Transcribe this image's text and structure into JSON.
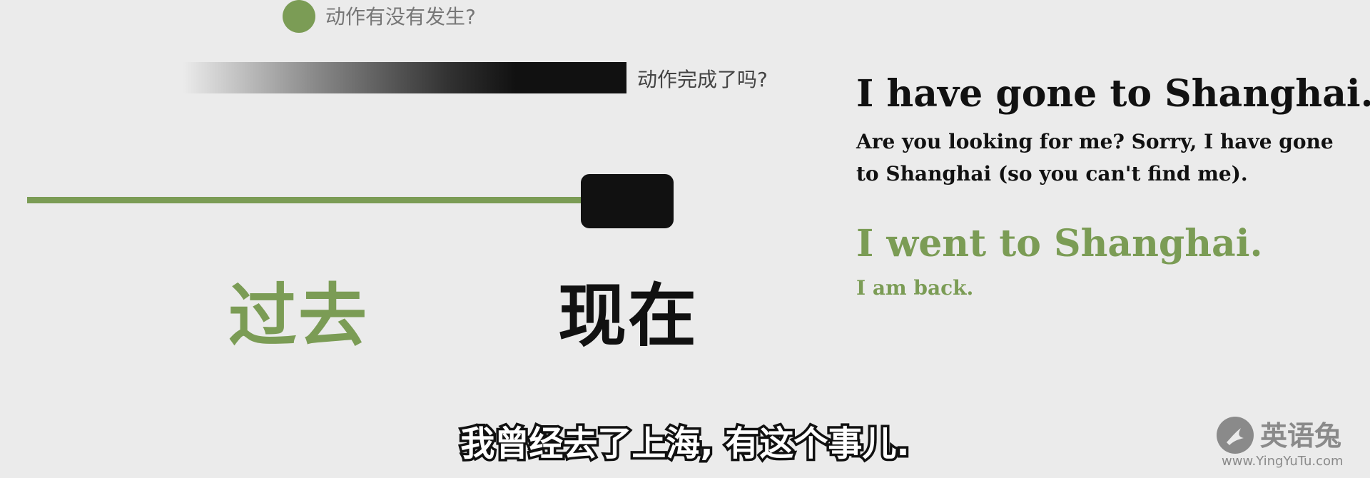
{
  "legend": {
    "happened": "动作有没有发生?",
    "completed": "动作完成了吗?"
  },
  "timeline": {
    "past": "过去",
    "present": "现在"
  },
  "examples": {
    "present_perfect_sentence": "I have gone to Shanghai.",
    "present_perfect_note": "Are you looking for me? Sorry, I have gone to Shanghai (so you can't find me).",
    "past_simple_sentence": "I went to Shanghai.",
    "past_simple_note": "I am back."
  },
  "subtitle": "我曾经去了上海, 有这个事儿.",
  "watermark": {
    "name": "英语兔",
    "url": "www.YingYuTu.com",
    "icon": "rabbit-logo-icon"
  },
  "colors": {
    "accent_green": "#7b9c55",
    "ink": "#111111",
    "background": "#ebebeb"
  }
}
